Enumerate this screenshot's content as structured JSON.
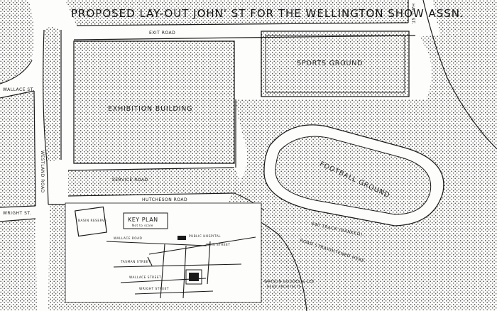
{
  "title": "PROPOSED LAY-OUT JOHN' ST FOR THE WELLINGTON SHOW ASSN.",
  "areas": {
    "sports_ground": "SPORTS GROUND",
    "exhibition_building": "EXHIBITION BUILDING",
    "football_ground": "FOOTBALL GROUND"
  },
  "roads": {
    "exit_road": "EXIT ROAD",
    "service_road": "SERVICE ROAD",
    "hutcheson_road": "HUTCHESON ROAD",
    "wallace_st": "WALLACE ST.",
    "westland_road": "WESTLAND ROAD",
    "wright_st": "WRIGHT ST.",
    "hall_st": "HALL ST.",
    "track": "440 TRACK (BANKED)",
    "road_straightened": "ROAD STRAIGHTENED HERE"
  },
  "key_plan": {
    "title": "KEY PLAN",
    "subtitle": "Not to scale",
    "labels": {
      "basin_reserve": "BASIN RESERVE",
      "wallace_road": "WALLACE ROAD",
      "public_hospital": "PUBLIC HOSPITAL",
      "john_street": "JOHN STREET",
      "tasman_street": "TASMAN STREET",
      "wallace_street": "WALLACE STREET",
      "wright_street": "WRIGHT STREET"
    }
  },
  "architects": {
    "line1": "WATSON GODDES & LEE",
    "line2": "REGD ARCHITECTS"
  },
  "colors": {
    "ink": "#1a1a1a",
    "paper": "#fdfdfb",
    "stipple": "#3a3a3a"
  }
}
